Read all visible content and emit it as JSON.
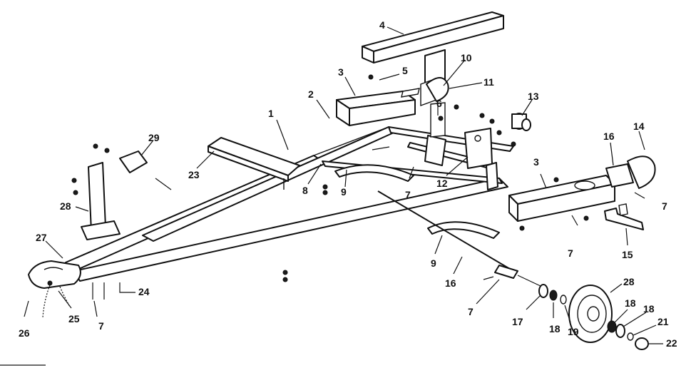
{
  "callouts": [
    {
      "id": "c1",
      "text": "1"
    },
    {
      "id": "c2",
      "text": "2"
    },
    {
      "id": "c3a",
      "text": "3"
    },
    {
      "id": "c3b",
      "text": "3"
    },
    {
      "id": "c4",
      "text": "4"
    },
    {
      "id": "c5",
      "text": "5"
    },
    {
      "id": "c6",
      "text": "6"
    },
    {
      "id": "c7a",
      "text": "7"
    },
    {
      "id": "c7b",
      "text": "7"
    },
    {
      "id": "c7c",
      "text": "7"
    },
    {
      "id": "c7d",
      "text": "7"
    },
    {
      "id": "c7e",
      "text": "7"
    },
    {
      "id": "c8",
      "text": "8"
    },
    {
      "id": "c9a",
      "text": "9"
    },
    {
      "id": "c9b",
      "text": "9"
    },
    {
      "id": "c10",
      "text": "10"
    },
    {
      "id": "c11",
      "text": "11"
    },
    {
      "id": "c12",
      "text": "12"
    },
    {
      "id": "c13",
      "text": "13"
    },
    {
      "id": "c14",
      "text": "14"
    },
    {
      "id": "c15",
      "text": "15"
    },
    {
      "id": "c16a",
      "text": "16"
    },
    {
      "id": "c16b",
      "text": "16"
    },
    {
      "id": "c17",
      "text": "17"
    },
    {
      "id": "c18a",
      "text": "18"
    },
    {
      "id": "c18b",
      "text": "18"
    },
    {
      "id": "c18c",
      "text": "18"
    },
    {
      "id": "c19",
      "text": "19"
    },
    {
      "id": "c21",
      "text": "21"
    },
    {
      "id": "c22",
      "text": "22"
    },
    {
      "id": "c23",
      "text": "23"
    },
    {
      "id": "c24",
      "text": "24"
    },
    {
      "id": "c25",
      "text": "25"
    },
    {
      "id": "c26",
      "text": "26"
    },
    {
      "id": "c27",
      "text": "27"
    },
    {
      "id": "c28a",
      "text": "28"
    },
    {
      "id": "c28b",
      "text": "28"
    },
    {
      "id": "c29",
      "text": "29"
    }
  ]
}
